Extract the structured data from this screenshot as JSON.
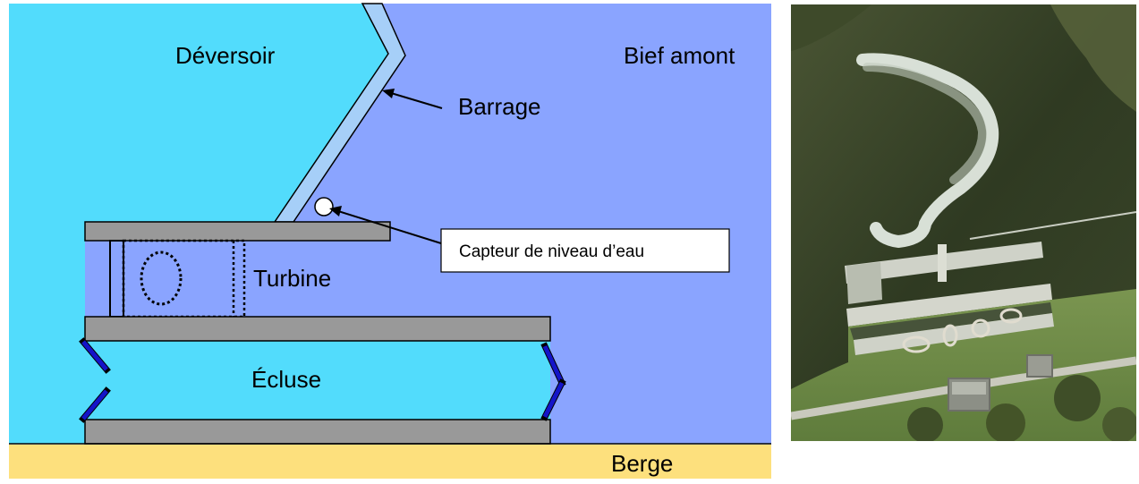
{
  "diagram": {
    "labels": {
      "spillway": "Déversoir",
      "upstream_reach": "Bief amont",
      "dam": "Barrage",
      "sensor": "Capteur de niveau d’eau",
      "turbine": "Turbine",
      "lock": "Écluse",
      "bank": "Berge"
    },
    "colors": {
      "spillway_water": "#52dcfc",
      "upstream_water": "#8aa4ff",
      "lock_water": "#52dcfc",
      "dam_fill": "#a6cff8",
      "bank": "#fde07d",
      "wall_gray": "#999999",
      "gate_blue": "#1414c8",
      "sensor_fill": "#ffffff"
    }
  },
  "photo": {
    "colors": {
      "water_dark": "#2f3a22",
      "water_mid": "#3f4a2e",
      "foam": "#e6eee6",
      "concrete": "#cfd2c8",
      "grass": "#6e8a45",
      "trees": "#4c5a30"
    }
  }
}
